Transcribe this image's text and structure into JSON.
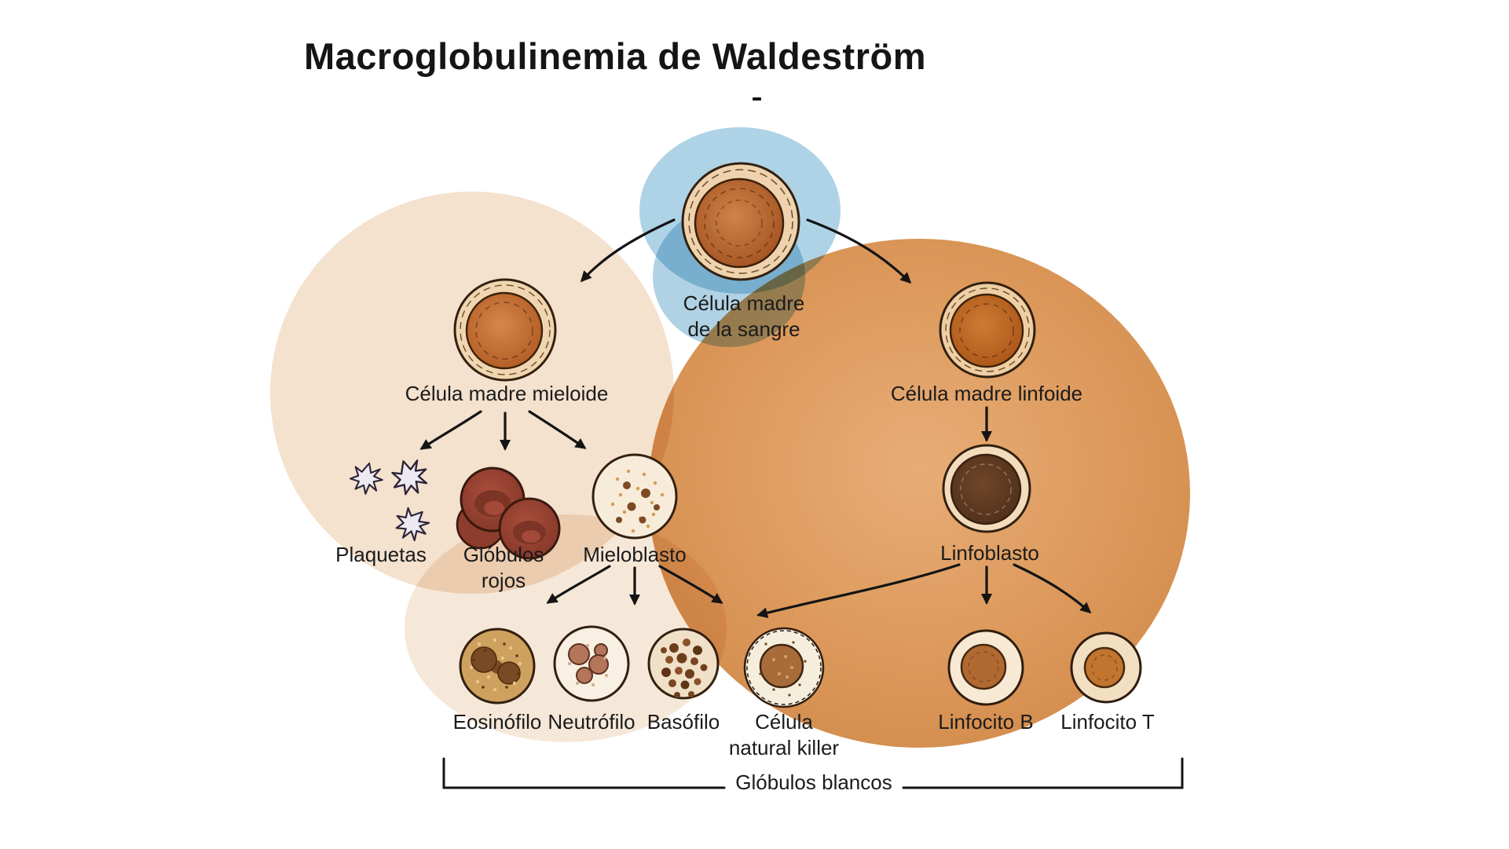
{
  "title": "Macroglobulinemia de Waldeström",
  "colors": {
    "ink": "#161616",
    "watercolor_beige": "#f4e1ce",
    "watercolor_beige_lower": "#f5e4d2",
    "watercolor_orange": "#dd9a5c",
    "watercolor_blue": "#aed3e7",
    "watercolor_blue_dark": "#a7cde1",
    "cell_cream": "#eed3ae",
    "nucleus_rust": "#b4612c",
    "nucleus_dark_brown": "#5d3a22",
    "rbc_red": "#9a4334",
    "platelet_lavender": "#ece9f2"
  },
  "nodes": {
    "stem": {
      "label_line1": "Célula madre",
      "label_line2": "de la sangre"
    },
    "myeloid": {
      "label": "Célula madre mieloide"
    },
    "lymphoid": {
      "label": "Célula madre linfoide"
    },
    "plaquetas": {
      "label": "Plaquetas"
    },
    "globulos_rojos": {
      "label_line1": "Glóbulos",
      "label_line2": "rojos"
    },
    "mieloblasto": {
      "label": "Mieloblasto"
    },
    "linfoblasto": {
      "label": "Linfoblasto"
    },
    "eosinofilo": {
      "label": "Eosinófilo"
    },
    "neutrofilo": {
      "label": "Neutrófilo"
    },
    "basofilo": {
      "label": "Basófilo"
    },
    "natural_killer": {
      "label_line1": "Célula",
      "label_line2": "natural killer"
    },
    "linfocito_b": {
      "label": "Linfocito B"
    },
    "linfocito_t": {
      "label": "Linfocito T"
    }
  },
  "bracket": {
    "label": "Glóbulos blancos"
  }
}
